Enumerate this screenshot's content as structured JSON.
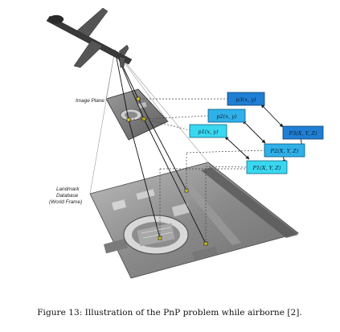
{
  "figure": {
    "image_plane_label": "Image Plane",
    "landmark_label_lines": [
      "Landmark",
      "Database",
      "(World Frame)"
    ],
    "image_points": [
      "p3(x, y)",
      "p2(x, y)",
      "p1(x, y)"
    ],
    "world_points": [
      "P3(X, Y, Z)",
      "P2(X, Y, Z)",
      "P1(X, Y, Z)"
    ],
    "caption": "Figure 13: Illustration of the PnP problem while airborne [2].",
    "colors": {
      "box_dark": "#1f7fd4",
      "box_mid": "#2fb0e8",
      "box_light": "#39d8f0",
      "arrow": "#111111",
      "landmark_marker": "#e6d21a"
    },
    "icons": [
      "drone-icon",
      "aerial-photo-image-plane",
      "aerial-photo-landmark-database"
    ]
  }
}
